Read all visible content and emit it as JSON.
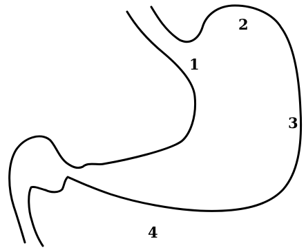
{
  "diagram": {
    "labels": [
      {
        "id": "region-1",
        "text": "1"
      },
      {
        "id": "region-2",
        "text": "2"
      },
      {
        "id": "region-3",
        "text": "3"
      },
      {
        "id": "region-4",
        "text": "4"
      }
    ]
  }
}
